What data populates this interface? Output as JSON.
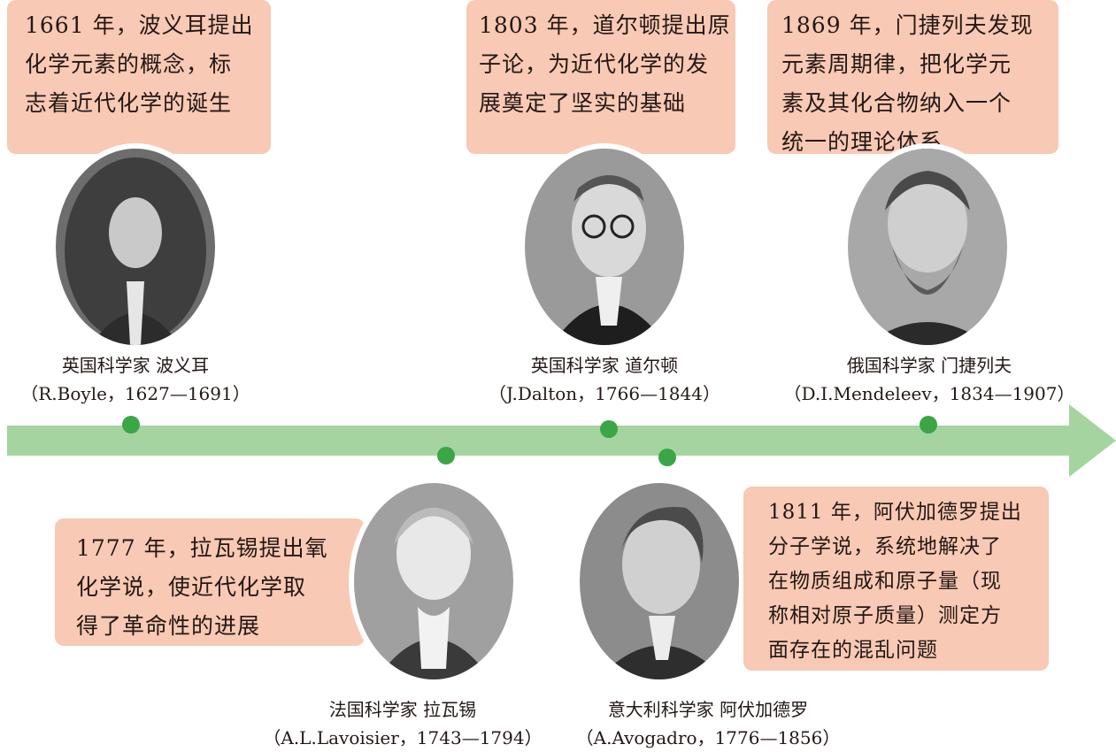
{
  "colors": {
    "arrow": "#a5d4a1",
    "dot": "#3aa645",
    "box": "#f8c9b4",
    "text": "#231815"
  },
  "events": {
    "boyle": {
      "text": "1661 年，波义耳提出\n化学元素的概念，标\n志着近代化学的诞生",
      "name": "英国科学家  波义耳",
      "life": "（R.Boyle，1627—1691）"
    },
    "lavoisier": {
      "text": "1777 年，拉瓦锡提出氧\n化学说，使近代化学取\n得了革命性的进展",
      "name": "法国科学家  拉瓦锡",
      "life": "（A.L.Lavoisier，1743—1794）"
    },
    "dalton": {
      "text": "1803 年，道尔顿提出原\n子论，为近代化学的发\n展奠定了坚实的基础",
      "name": "英国科学家  道尔顿",
      "life": "（J.Dalton，1766—1844）"
    },
    "avogadro": {
      "text": "1811 年，阿伏加德罗提出\n分子学说，系统地解决了\n在物质组成和原子量（现\n称相对原子质量）测定方\n面存在的混乱问题",
      "name": "意大利科学家  阿伏加德罗",
      "life": "（A.Avogadro，1776—1856）"
    },
    "mendeleev": {
      "text": "1869 年，门捷列夫发现\n元素周期律，把化学元\n素及其化合物纳入一个\n统一的理论体系",
      "name": "俄国科学家  门捷列夫",
      "life": "（D.I.Mendeleev，1834—1907）"
    }
  }
}
